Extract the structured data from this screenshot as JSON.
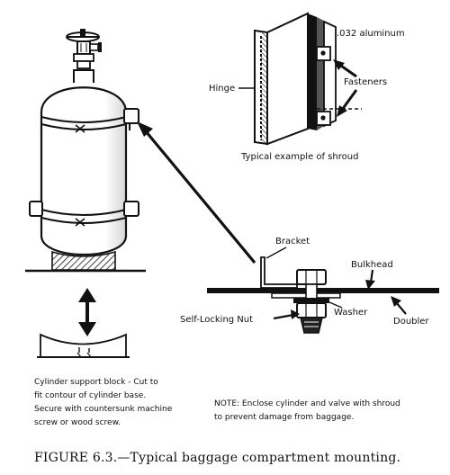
{
  "labels": {
    "aluminum": ".032 aluminum",
    "hinge": "Hinge",
    "fasteners": "Fasteners",
    "shroud_example": "Typical example of shroud",
    "bracket": "Bracket",
    "bulkhead": "Bulkhead",
    "washer": "Washer",
    "self_locking_nut": "Self-Locking Nut",
    "doubler": "Doubler"
  },
  "support_note": [
    "Cylinder support block - Cut to",
    "fit contour of cylinder base.",
    "Secure with countersunk machine",
    "screw or wood screw."
  ],
  "shroud_note": [
    "NOTE: Enclose cylinder and valve with shroud",
    "to prevent damage from baggage."
  ],
  "caption": "FIGURE 6.3.—Typical baggage compartment mounting."
}
